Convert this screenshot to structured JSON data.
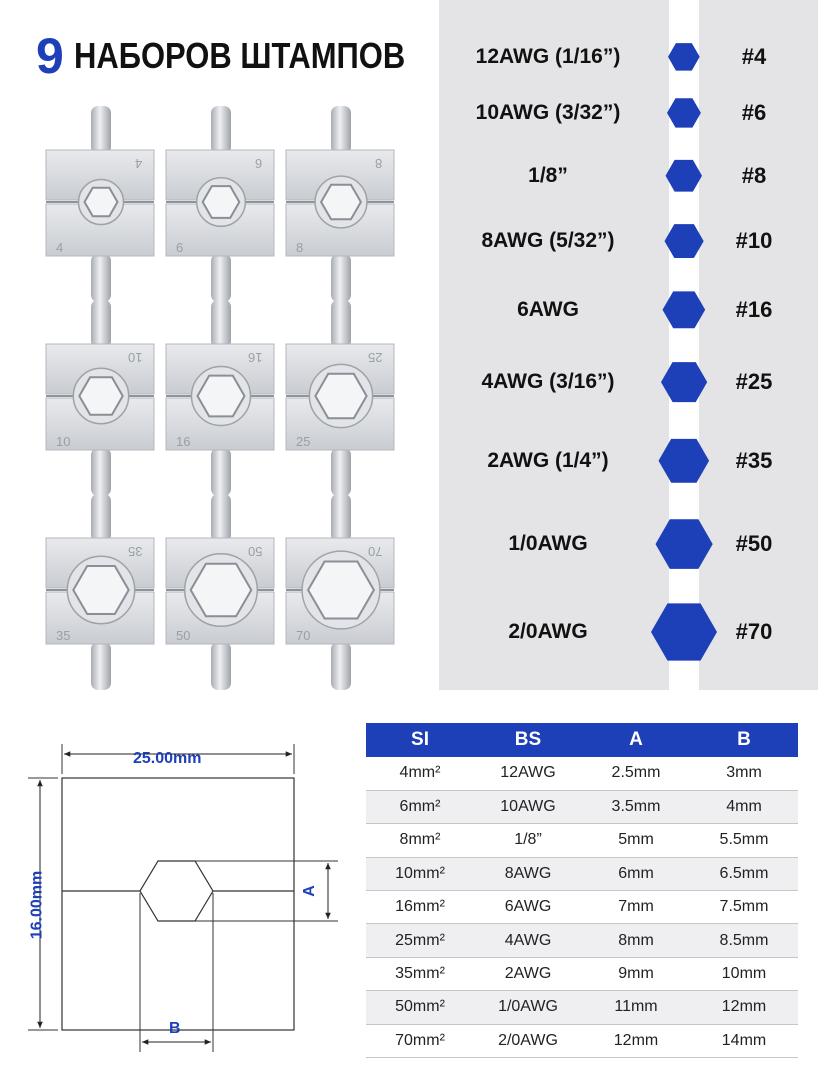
{
  "title": {
    "number": "9",
    "text": "НАБОРОВ ШТАМПОВ"
  },
  "colors": {
    "accent": "#1d3fb8",
    "panel": "#e4e4e6",
    "die": "#d7d9dd"
  },
  "dies": [
    {
      "label": "4",
      "flipped_label": "4",
      "hex_size": 0.25
    },
    {
      "label": "6",
      "flipped_label": "6",
      "hex_size": 0.32
    },
    {
      "label": "8",
      "flipped_label": "8",
      "hex_size": 0.38
    },
    {
      "label": "10",
      "flipped_label": "10",
      "hex_size": 0.45
    },
    {
      "label": "16",
      "flipped_label": "16",
      "hex_size": 0.52
    },
    {
      "label": "25",
      "flipped_label": "25",
      "hex_size": 0.6
    },
    {
      "label": "35",
      "flipped_label": "35",
      "hex_size": 0.68
    },
    {
      "label": "50",
      "flipped_label": "50",
      "hex_size": 0.78
    },
    {
      "label": "70",
      "flipped_label": "70",
      "hex_size": 0.88
    }
  ],
  "sizes": [
    {
      "awg": "12AWG (1/16”)",
      "code": "#4",
      "hex_size": 0.22
    },
    {
      "awg": "10AWG (3/32”)",
      "code": "#6",
      "hex_size": 0.27
    },
    {
      "awg": "1/8”",
      "code": "#8",
      "hex_size": 0.33
    },
    {
      "awg": "8AWG (5/32”)",
      "code": "#10",
      "hex_size": 0.39
    },
    {
      "awg": "6AWG",
      "code": "#16",
      "hex_size": 0.47
    },
    {
      "awg": "4AWG (3/16”)",
      "code": "#25",
      "hex_size": 0.55
    },
    {
      "awg": "2AWG (1/4”)",
      "code": "#35",
      "hex_size": 0.65
    },
    {
      "awg": "1/0AWG",
      "code": "#50",
      "hex_size": 0.8
    },
    {
      "awg": "2/0AWG",
      "code": "#70",
      "hex_size": 1.0
    }
  ],
  "diagram": {
    "width_label": "25.00mm",
    "height_label": "16.00mm",
    "a_label": "A",
    "b_label": "B"
  },
  "table": {
    "headers": [
      "SI",
      "BS",
      "A",
      "B"
    ],
    "rows": [
      [
        "4mm²",
        "12AWG",
        "2.5mm",
        "3mm"
      ],
      [
        "6mm²",
        "10AWG",
        "3.5mm",
        "4mm"
      ],
      [
        "8mm²",
        "1/8”",
        "5mm",
        "5.5mm"
      ],
      [
        "10mm²",
        "8AWG",
        "6mm",
        "6.5mm"
      ],
      [
        "16mm²",
        "6AWG",
        "7mm",
        "7.5mm"
      ],
      [
        "25mm²",
        "4AWG",
        "8mm",
        "8.5mm"
      ],
      [
        "35mm²",
        "2AWG",
        "9mm",
        "10mm"
      ],
      [
        "50mm²",
        "1/0AWG",
        "11mm",
        "12mm"
      ],
      [
        "70mm²",
        "2/0AWG",
        "12mm",
        "14mm"
      ]
    ]
  }
}
